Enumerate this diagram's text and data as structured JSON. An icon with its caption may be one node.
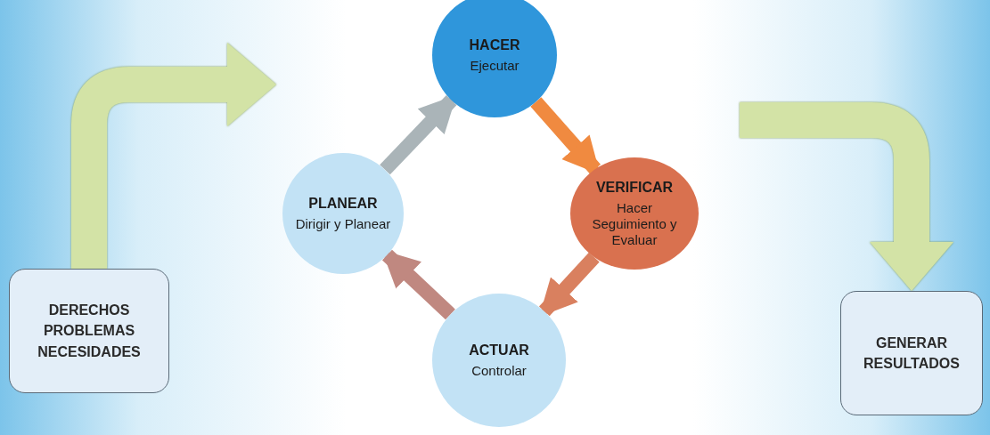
{
  "diagram": {
    "nodes": [
      {
        "text": [
          "DERECHOS PROBLEMAS NECESIDADES"
        ]
      },
      {
        "text": [
          "PLANEAR",
          "Dirigir y Planear"
        ]
      },
      {
        "text": [
          "HACER",
          "Ejecutar"
        ]
      },
      {
        "text": [
          "VERIFICAR",
          "Hacer Seguimiento y Evaluar"
        ]
      },
      {
        "text": [
          "ACTUAR",
          "Controlar"
        ]
      },
      {
        "text": [
          "GENERAR RESULTADOS"
        ]
      }
    ],
    "edges": [
      {
        "from": 0,
        "to": 1,
        "arrow": "to",
        "style": "thick",
        "color": "#d3e3a6"
      },
      {
        "from": 1,
        "to": 2,
        "arrow": "to",
        "color": "#aab4b8"
      },
      {
        "from": 2,
        "to": 3,
        "arrow": "to",
        "color": "#f08a40"
      },
      {
        "from": 3,
        "to": 4,
        "arrow": "to",
        "color": "#d9805f"
      },
      {
        "from": 4,
        "to": 1,
        "arrow": "to",
        "color": "#c08880"
      },
      {
        "from": null,
        "to": 5,
        "arrow": "to",
        "style": "thick",
        "color": "#d3e3a6"
      }
    ]
  }
}
